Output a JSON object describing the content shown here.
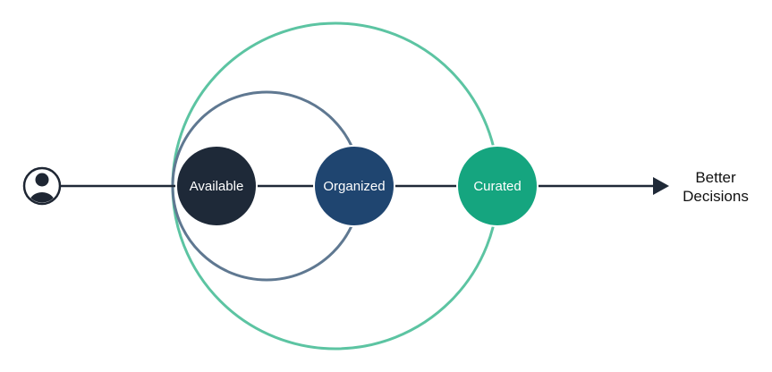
{
  "nodes": {
    "available": {
      "label": "Available"
    },
    "organized": {
      "label": "Organized"
    },
    "curated": {
      "label": "Curated"
    }
  },
  "outcome": {
    "line1": "Better",
    "line2": "Decisions"
  },
  "icons": {
    "start": "user-icon",
    "end": "arrow-head-icon"
  },
  "colors": {
    "background": "#ffffff",
    "flow_line": "#1f2937",
    "user_icon": "#1e2633",
    "available_fill": "#1e2938",
    "organized_fill": "#1f4570",
    "curated_fill": "#15a57f",
    "inner_ring": "#5f7891",
    "outer_ring": "#5cc4a2",
    "node_border": "#ffffff",
    "outcome_text": "#111111"
  }
}
